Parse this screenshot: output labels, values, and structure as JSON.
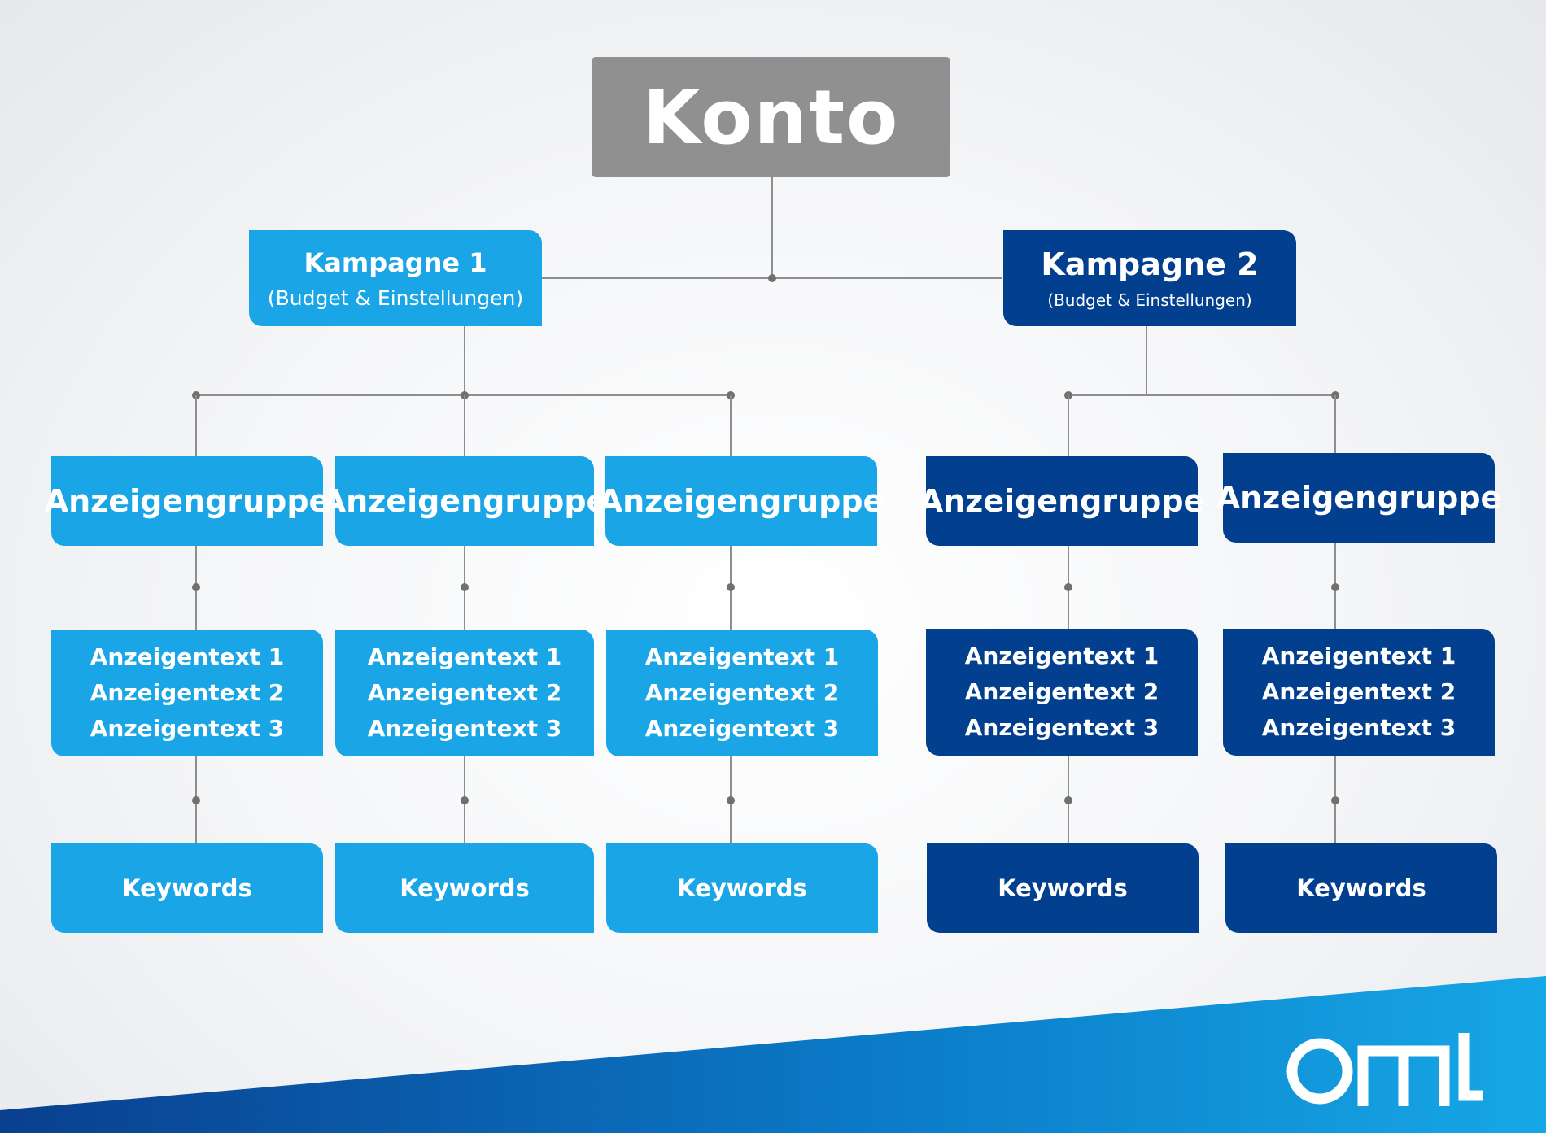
{
  "root": {
    "label": "Konto"
  },
  "campaigns": [
    {
      "title": "Kampagne 1",
      "subtitle": "(Budget & Einstellungen)",
      "theme": "light"
    },
    {
      "title": "Kampagne 2",
      "subtitle": "(Budget & Einstellungen)",
      "theme": "dark"
    }
  ],
  "ad_groups": [
    {
      "label": "Anzeigengruppe",
      "ad_texts": [
        "Anzeigentext 1",
        "Anzeigentext 2",
        "Anzeigentext 3"
      ],
      "keywords": "Keywords",
      "campaign": 0
    },
    {
      "label": "Anzeigengruppe",
      "ad_texts": [
        "Anzeigentext 1",
        "Anzeigentext 2",
        "Anzeigentext 3"
      ],
      "keywords": "Keywords",
      "campaign": 0
    },
    {
      "label": "Anzeigengruppe",
      "ad_texts": [
        "Anzeigentext 1",
        "Anzeigentext 2",
        "Anzeigentext 3"
      ],
      "keywords": "Keywords",
      "campaign": 0
    },
    {
      "label": "Anzeigengruppe",
      "ad_texts": [
        "Anzeigentext 1",
        "Anzeigentext 2",
        "Anzeigentext 3"
      ],
      "keywords": "Keywords",
      "campaign": 1
    },
    {
      "label": "Anzeigengruppe",
      "ad_texts": [
        "Anzeigentext 1",
        "Anzeigentext 2",
        "Anzeigentext 3"
      ],
      "keywords": "Keywords",
      "campaign": 1
    }
  ],
  "logo": {
    "brand": "omt",
    "icon": "omt-logo"
  },
  "colors": {
    "root": "#909090",
    "light": "#1aa6e6",
    "dark": "#023f8e",
    "connector": "#8e8e8e",
    "banner": "#0a7fcd"
  }
}
